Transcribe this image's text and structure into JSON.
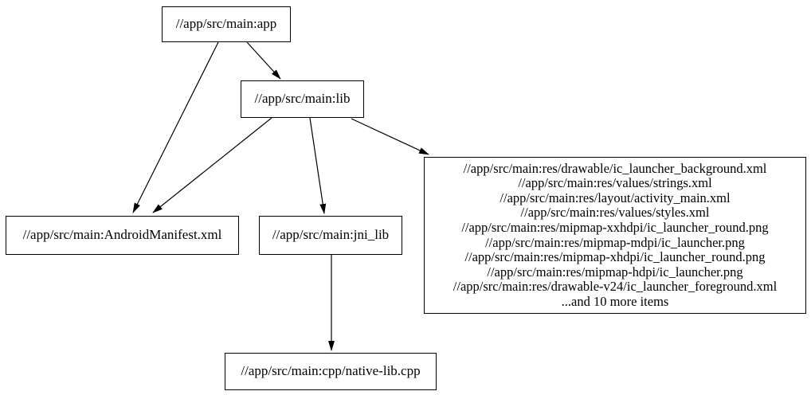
{
  "diagram": {
    "kind": "build-dependency-graph",
    "background_color": "#ffffff",
    "node_border_color": "#000000",
    "node_fill_color": "#ffffff",
    "edge_color": "#000000",
    "text_color": "#000000",
    "nodes": {
      "app": {
        "label": "//app/src/main:app"
      },
      "lib": {
        "label": "//app/src/main:lib"
      },
      "manifest": {
        "label": "//app/src/main:AndroidManifest.xml"
      },
      "jni_lib": {
        "label": "//app/src/main:jni_lib"
      },
      "native_lib": {
        "label": "//app/src/main:cpp/native-lib.cpp"
      },
      "res": {
        "lines": [
          "//app/src/main:res/drawable/ic_launcher_background.xml",
          "//app/src/main:res/values/strings.xml",
          "//app/src/main:res/layout/activity_main.xml",
          "//app/src/main:res/values/styles.xml",
          "//app/src/main:res/mipmap-xxhdpi/ic_launcher_round.png",
          "//app/src/main:res/mipmap-mdpi/ic_launcher.png",
          "//app/src/main:res/mipmap-xhdpi/ic_launcher_round.png",
          "//app/src/main:res/mipmap-hdpi/ic_launcher.png",
          "//app/src/main:res/drawable-v24/ic_launcher_foreground.xml",
          "...and 10 more items"
        ]
      }
    },
    "edges": [
      {
        "from": "app",
        "to": "lib"
      },
      {
        "from": "app",
        "to": "manifest"
      },
      {
        "from": "lib",
        "to": "manifest"
      },
      {
        "from": "lib",
        "to": "jni_lib"
      },
      {
        "from": "lib",
        "to": "res"
      },
      {
        "from": "jni_lib",
        "to": "native_lib"
      }
    ]
  }
}
